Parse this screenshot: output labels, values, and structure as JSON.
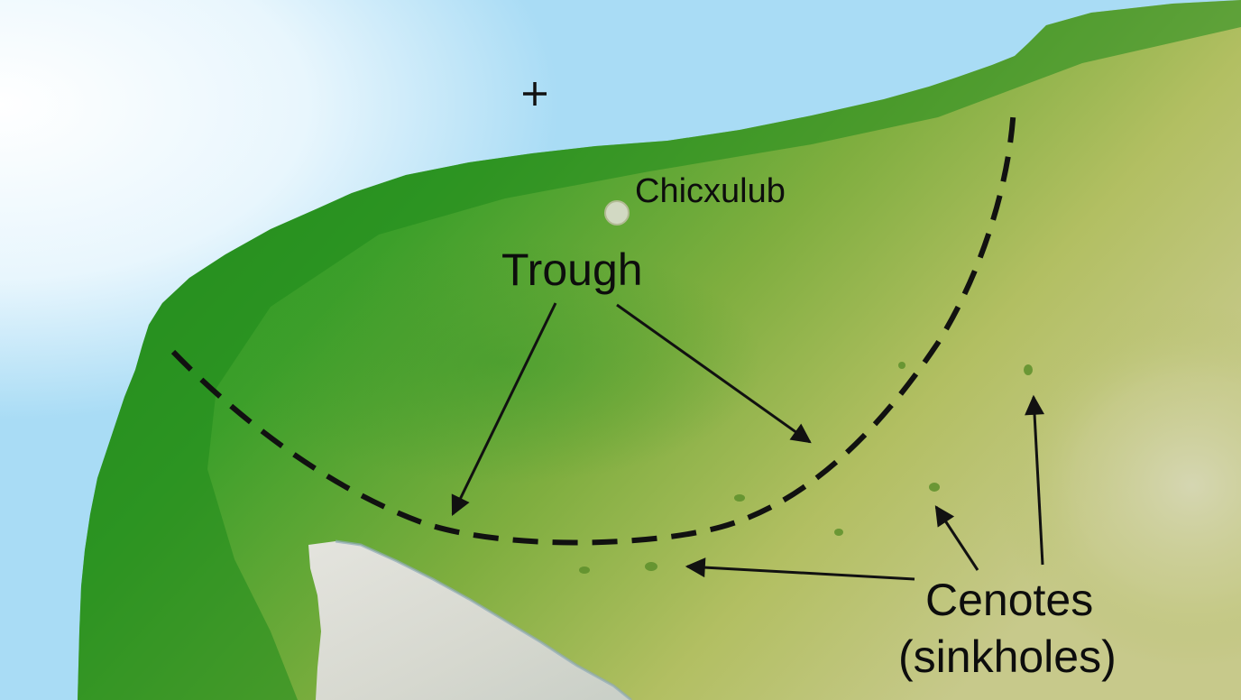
{
  "map": {
    "labels": {
      "chicxulub": "Chicxulub",
      "trough": "Trough",
      "cenotes": "Cenotes",
      "sinkholes": "(sinkholes)"
    },
    "colors": {
      "ocean": "#a9dcf5",
      "ocean_glow": "#ffffff",
      "lowland_green": "#2f9a22",
      "coast_green": "#1f8a1c",
      "upland_yellow": "#b4c164",
      "pale_upland": "#cfd3a8",
      "bare_rock": "#dcdcd6",
      "annotation": "#111111",
      "crater_marker": "#d9dccb"
    },
    "symbols": {
      "crater_center": "plus-marker",
      "chicxulub_town": "circle-marker"
    }
  }
}
